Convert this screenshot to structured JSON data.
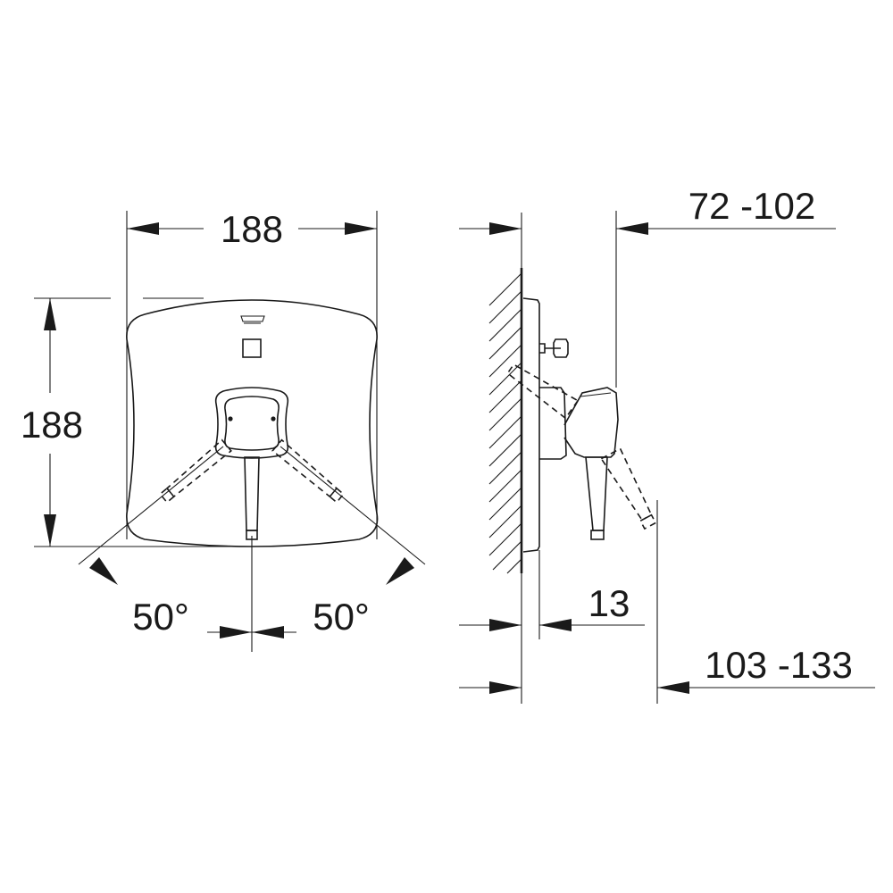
{
  "front_view": {
    "width_label": "188",
    "height_label": "188",
    "angle_left_label": "50°",
    "angle_right_label": "50°"
  },
  "side_view": {
    "handle_depth_label": "72 -102",
    "plate_thickness_label": "13",
    "total_depth_label": "103 -133"
  },
  "colors": {
    "line": "#1a1a1a",
    "background": "#ffffff"
  }
}
